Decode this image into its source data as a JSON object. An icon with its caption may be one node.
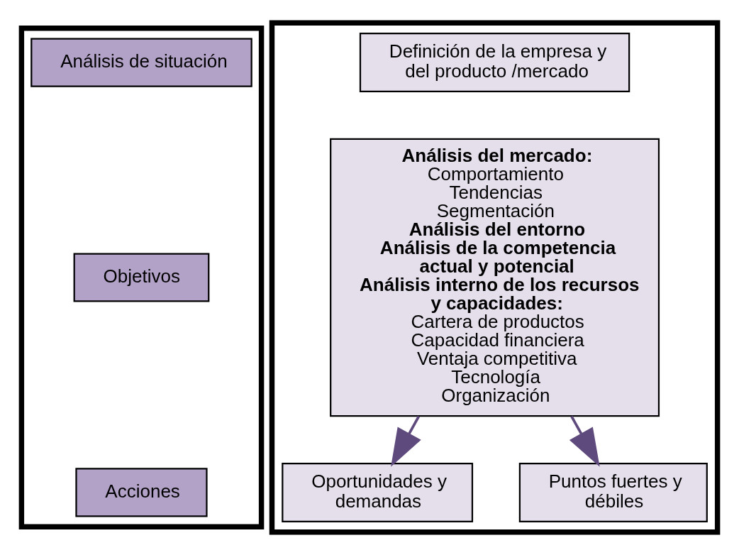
{
  "diagram": {
    "nodes": [
      {
        "text": [],
        "shape": "box"
      },
      {
        "text": [
          "Análisis de situación"
        ],
        "in": 0
      },
      {
        "text": [
          "Objetivos"
        ],
        "in": 0
      },
      {
        "text": [
          "Acciones"
        ],
        "in": 0
      },
      {
        "text": [],
        "shape": "box"
      },
      {
        "text": [
          "Definición de la empresa y del producto /mercado"
        ],
        "in": 4
      },
      {
        "text": [
          "**Análisis del mercado:**",
          "Comportamiento",
          "Tendencias",
          "Segmentación",
          "**Análisis del entorno**",
          "**Análisis de la competencia actual y potencial**",
          "**Análisis interno de los recursos y capacidades:**",
          "Cartera de productos",
          "Capacidad financiera",
          "Ventaja competitiva",
          "Tecnología",
          "Organización"
        ],
        "in": 4
      },
      {
        "text": [
          "Oportunidades y demandas"
        ],
        "in": 4
      },
      {
        "text": [
          "Puntos fuertes y débiles"
        ],
        "in": 4
      }
    ],
    "edges": [
      {
        "from": 6,
        "to": 7,
        "arrow": "to"
      },
      {
        "from": 6,
        "to": 8,
        "arrow": "to"
      }
    ]
  }
}
